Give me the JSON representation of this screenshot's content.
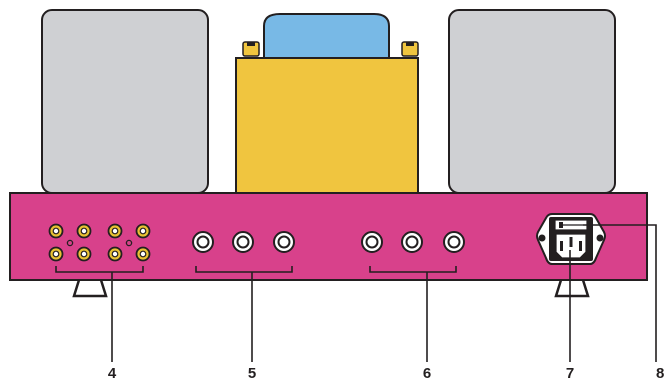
{
  "callouts": [
    {
      "id": "4",
      "label": "4"
    },
    {
      "id": "5",
      "label": "5"
    },
    {
      "id": "6",
      "label": "6"
    },
    {
      "id": "7",
      "label": "7"
    },
    {
      "id": "8",
      "label": "8"
    }
  ],
  "colors": {
    "chassis": "#d8418b",
    "chassis_outline": "#231f20",
    "output_transformer": "#cfd0d3",
    "power_transformer": "#f0c53f",
    "tube": "#78b9e6",
    "rca_gold": "#e9c233",
    "binding_post": "#ffffff",
    "iec_socket": "#ffffff"
  },
  "icons": {
    "speaker_terminals": "rca-jack-icon",
    "inputs_group_5": "binding-post-icon",
    "inputs_group_6": "binding-post-icon",
    "power_inlet": "iec-power-inlet-icon",
    "fuse_holder": "fuse-holder-icon"
  }
}
